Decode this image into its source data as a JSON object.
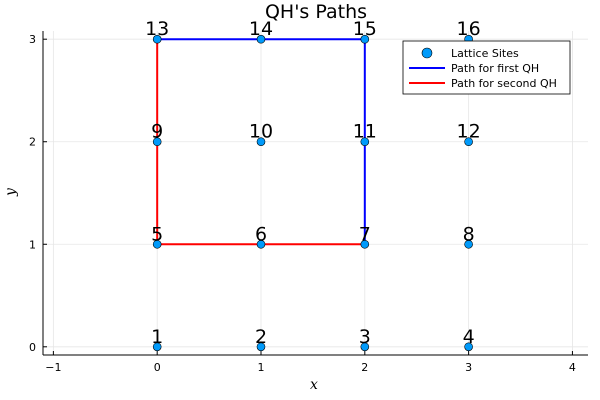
{
  "chart_data": {
    "type": "scatter",
    "title": "QH's Paths",
    "xlabel": "x",
    "ylabel": "y",
    "xlim": [
      -1.1,
      4.15
    ],
    "ylim": [
      -0.08,
      3.08
    ],
    "xticks": [
      -1,
      0,
      1,
      2,
      3,
      4
    ],
    "yticks": [
      0,
      1,
      2,
      3
    ],
    "grid": true,
    "legend_position": "top-right",
    "series": [
      {
        "name": "Lattice Sites",
        "kind": "scatter",
        "color": "#009AFA",
        "points": [
          {
            "x": 0,
            "y": 0,
            "label": "1"
          },
          {
            "x": 1,
            "y": 0,
            "label": "2"
          },
          {
            "x": 2,
            "y": 0,
            "label": "3"
          },
          {
            "x": 3,
            "y": 0,
            "label": "4"
          },
          {
            "x": 0,
            "y": 1,
            "label": "5"
          },
          {
            "x": 1,
            "y": 1,
            "label": "6"
          },
          {
            "x": 2,
            "y": 1,
            "label": "7"
          },
          {
            "x": 3,
            "y": 1,
            "label": "8"
          },
          {
            "x": 0,
            "y": 2,
            "label": "9"
          },
          {
            "x": 1,
            "y": 2,
            "label": "10"
          },
          {
            "x": 2,
            "y": 2,
            "label": "11"
          },
          {
            "x": 3,
            "y": 2,
            "label": "12"
          },
          {
            "x": 0,
            "y": 3,
            "label": "13"
          },
          {
            "x": 1,
            "y": 3,
            "label": "14"
          },
          {
            "x": 2,
            "y": 3,
            "label": "15"
          },
          {
            "x": 3,
            "y": 3,
            "label": "16"
          }
        ]
      },
      {
        "name": "Path for first QH",
        "kind": "line",
        "color": "#0000FF",
        "x": [
          0,
          1,
          2,
          2,
          2
        ],
        "y": [
          3,
          3,
          3,
          2,
          1
        ]
      },
      {
        "name": "Path for second QH",
        "kind": "line",
        "color": "#FF0000",
        "x": [
          2,
          1,
          0,
          0,
          0
        ],
        "y": [
          1,
          1,
          1,
          2,
          3
        ]
      }
    ]
  }
}
